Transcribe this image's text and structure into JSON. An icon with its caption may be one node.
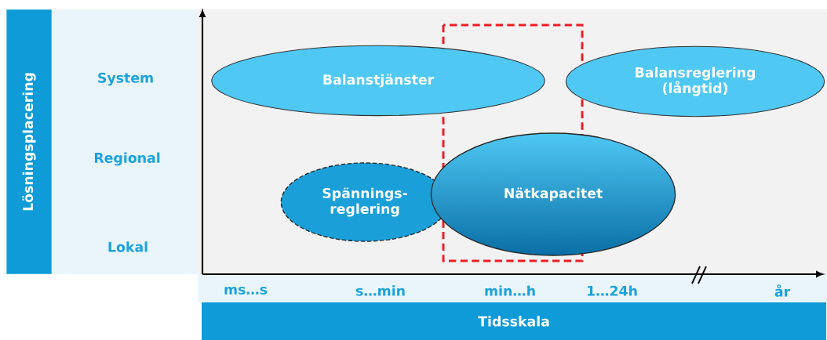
{
  "diagram": {
    "nodes": [
      {
        "text": [
          "Lösningsplacering"
        ]
      },
      {
        "text": [
          "Balanstjänster"
        ]
      },
      {
        "text": [
          "Balansreglering (långtid)"
        ]
      },
      {
        "text": [
          "Spännings- reglering"
        ]
      },
      {
        "text": [
          "Nätkapacitet"
        ]
      },
      {
        "text": [
          "Tidsskala"
        ]
      }
    ],
    "labels": [
      "System",
      "Regional",
      "Lokal",
      "ms…s",
      "s…min",
      "min…h",
      "1…24h",
      "år"
    ]
  }
}
